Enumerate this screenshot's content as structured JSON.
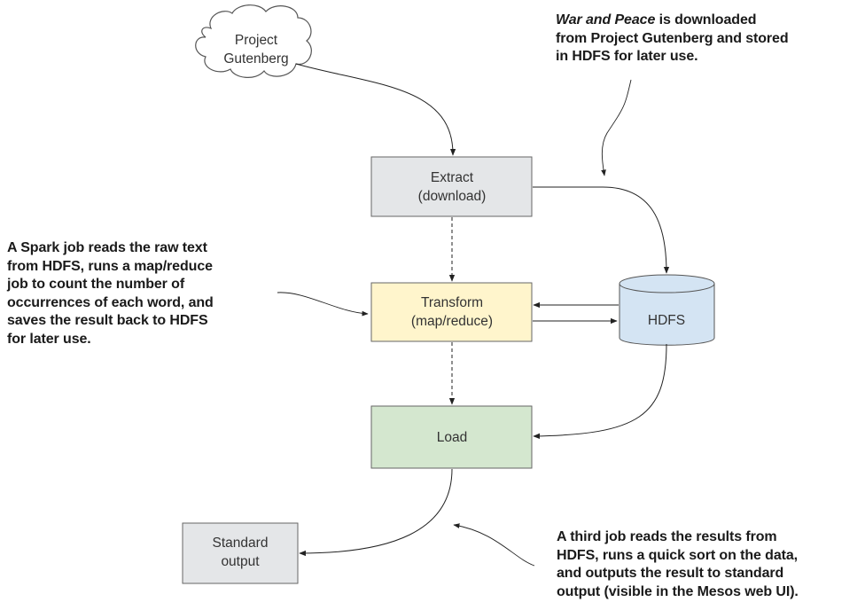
{
  "nodes": {
    "project_gutenberg": {
      "line1": "Project",
      "line2": "Gutenberg"
    },
    "extract": {
      "line1": "Extract",
      "line2": "(download)",
      "fill": "#e4e6e8"
    },
    "transform": {
      "line1": "Transform",
      "line2": "(map/reduce)",
      "fill": "#fff5cc"
    },
    "hdfs": {
      "label": "HDFS",
      "fill": "#d4e4f3"
    },
    "load": {
      "label": "Load",
      "fill": "#d4e7cf"
    },
    "standard_output": {
      "line1": "Standard",
      "line2": "output",
      "fill": "#e4e6e8"
    }
  },
  "annotations": {
    "war_and_peace": {
      "title_italic": "War and Peace",
      "line1_rest": " is downloaded",
      "line2": "from Project Gutenberg and stored",
      "line3": "in HDFS for later use."
    },
    "spark_job": {
      "lines": [
        "A Spark job reads the raw text",
        "from HDFS, runs a map/reduce",
        "job to count the number of",
        "occurrences of each word, and",
        "saves the result back to HDFS",
        "for later use."
      ]
    },
    "third_job": {
      "lines": [
        "A third job reads the results from",
        "HDFS, runs a quick sort on the data,",
        "and outputs the result to standard",
        "output (visible in the Mesos web UI)."
      ]
    }
  },
  "colors": {
    "stroke": "#555555",
    "arrow": "#222222"
  }
}
